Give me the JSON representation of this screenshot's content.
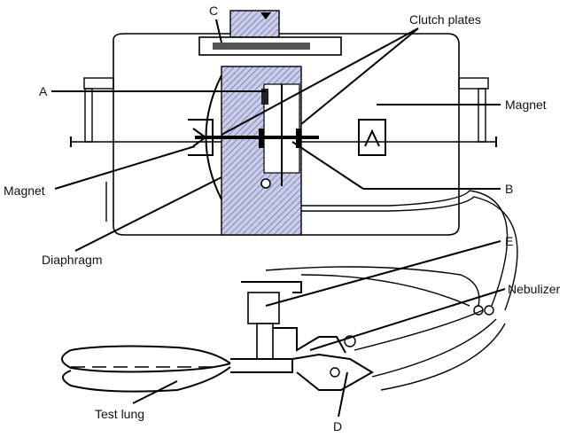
{
  "title": "Bird Mark 7 ventilator schematic",
  "labels": {
    "c": "C",
    "clutch_plates": "Clutch plates",
    "a": "A",
    "magnet_right": "Magnet",
    "magnet_left": "Magnet",
    "b": "B",
    "diaphragm": "Diaphragm",
    "e": "E",
    "nebulizer": "Nebulizer",
    "test_lung": "Test lung",
    "d": "D"
  },
  "colors": {
    "hatch": "#6a72b0",
    "line": "#000000"
  }
}
